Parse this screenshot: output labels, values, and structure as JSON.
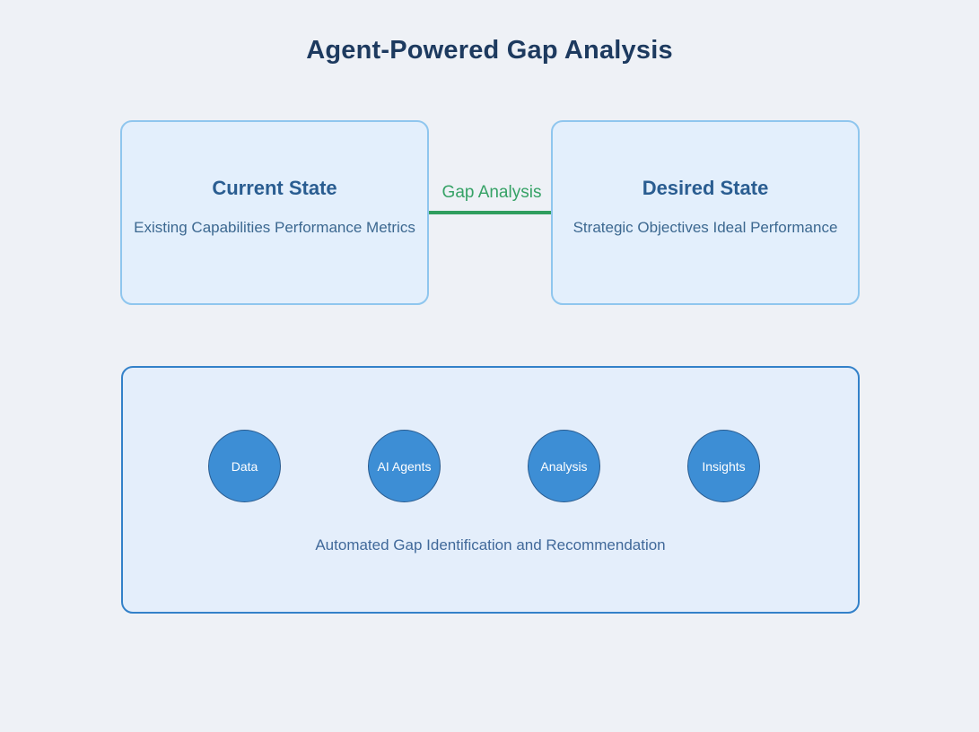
{
  "title": "Agent-Powered Gap Analysis",
  "current_state": {
    "title": "Current State",
    "subtitle": "Existing Capabilities Performance Metrics"
  },
  "desired_state": {
    "title": "Desired State",
    "subtitle": "Strategic Objectives Ideal Performance"
  },
  "arrow": {
    "label": "Gap Analysis"
  },
  "bottom_panel": {
    "circles": [
      {
        "label": "Data"
      },
      {
        "label": "AI Agents"
      },
      {
        "label": "Analysis"
      },
      {
        "label": "Insights"
      }
    ],
    "caption": "Automated Gap Identification and Recommendation"
  },
  "colors": {
    "background": "#eef1f6",
    "state_box_fill": "#e3effc",
    "state_box_border": "#8fc6ee",
    "panel_fill": "#e4eefb",
    "panel_border": "#3381c9",
    "node_fill": "#3d8ed5",
    "node_border": "#2a5c90",
    "arrow_green": "#2f9e5e",
    "title_navy": "#1d3a5f",
    "heading_blue": "#2a5d91",
    "body_blue": "#3c6890"
  }
}
